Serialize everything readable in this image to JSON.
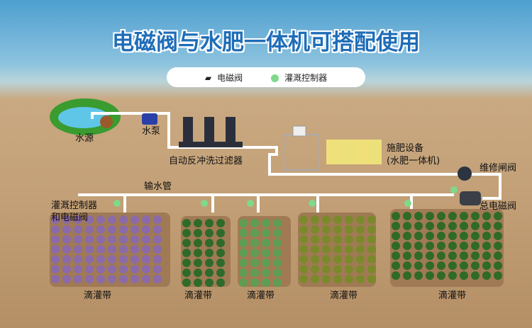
{
  "title": "电磁阀与水肥一体机可搭配使用",
  "legend": {
    "valve": "电磁阀",
    "controller": "灌溉控制器",
    "controller_color": "#7fd98a"
  },
  "labels": {
    "water_source": "水源",
    "pump": "水泵",
    "filter": "自动反冲洗过滤器",
    "fert_1": "施肥设备",
    "fert_2": "(水肥一体机)",
    "maint_valve": "维修闸阀",
    "main_valve": "总电磁阀",
    "pipe": "输水管",
    "ctrl_1": "灌溉控制器",
    "ctrl_2": "和电磁阀"
  },
  "fields": [
    {
      "label": "滴灌带",
      "color": "#8a6aa8"
    },
    {
      "label": "滴灌带",
      "color": "#2e6b2a"
    },
    {
      "label": "滴灌带",
      "color": "#5f9e52"
    },
    {
      "label": "滴灌带",
      "color": "#7a8a2a"
    },
    {
      "label": "滴灌带",
      "color": "#2f6a26"
    }
  ]
}
